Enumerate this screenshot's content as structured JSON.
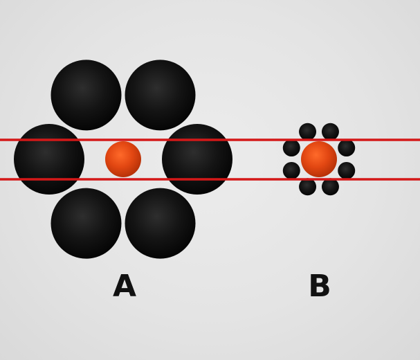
{
  "labels": {
    "a": "A",
    "b": "B"
  },
  "colors": {
    "background": "#e4e4e4",
    "surround_circle": "#0d0d0d",
    "center_circle": "#e84a10",
    "guide_line": "#d41818",
    "label_text": "#111111"
  },
  "figures": [
    {
      "id": "A",
      "center_circle_count": 1,
      "surround_circle_count": 6,
      "surround_size": "large"
    },
    {
      "id": "B",
      "center_circle_count": 1,
      "surround_circle_count": 8,
      "surround_size": "small"
    }
  ],
  "guide_line_count": 2,
  "icons": [
    "black-circle",
    "orange-circle",
    "red-line"
  ]
}
